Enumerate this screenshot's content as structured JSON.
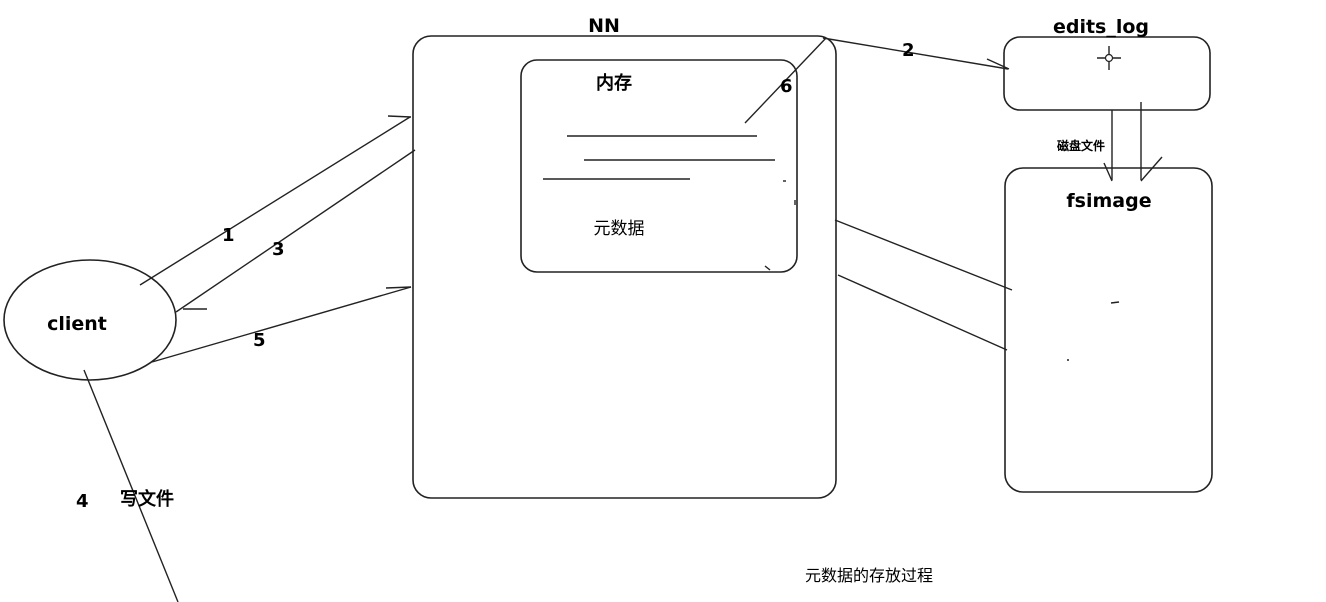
{
  "labels": {
    "nn": "NN",
    "memory": "内存",
    "metadata": "元数据",
    "edits_log": "edits_log",
    "disk_file": "磁盘文件",
    "fsimage": "fsimage",
    "client": "client",
    "step1": "1",
    "step2": "2",
    "step3": "3",
    "step4": "4",
    "step5": "5",
    "step6": "6",
    "write_file": "写文件",
    "caption": "元数据的存放过程"
  },
  "colors": {
    "stroke": "#222222",
    "caption": "#ff4400",
    "background": "#ffffff"
  }
}
